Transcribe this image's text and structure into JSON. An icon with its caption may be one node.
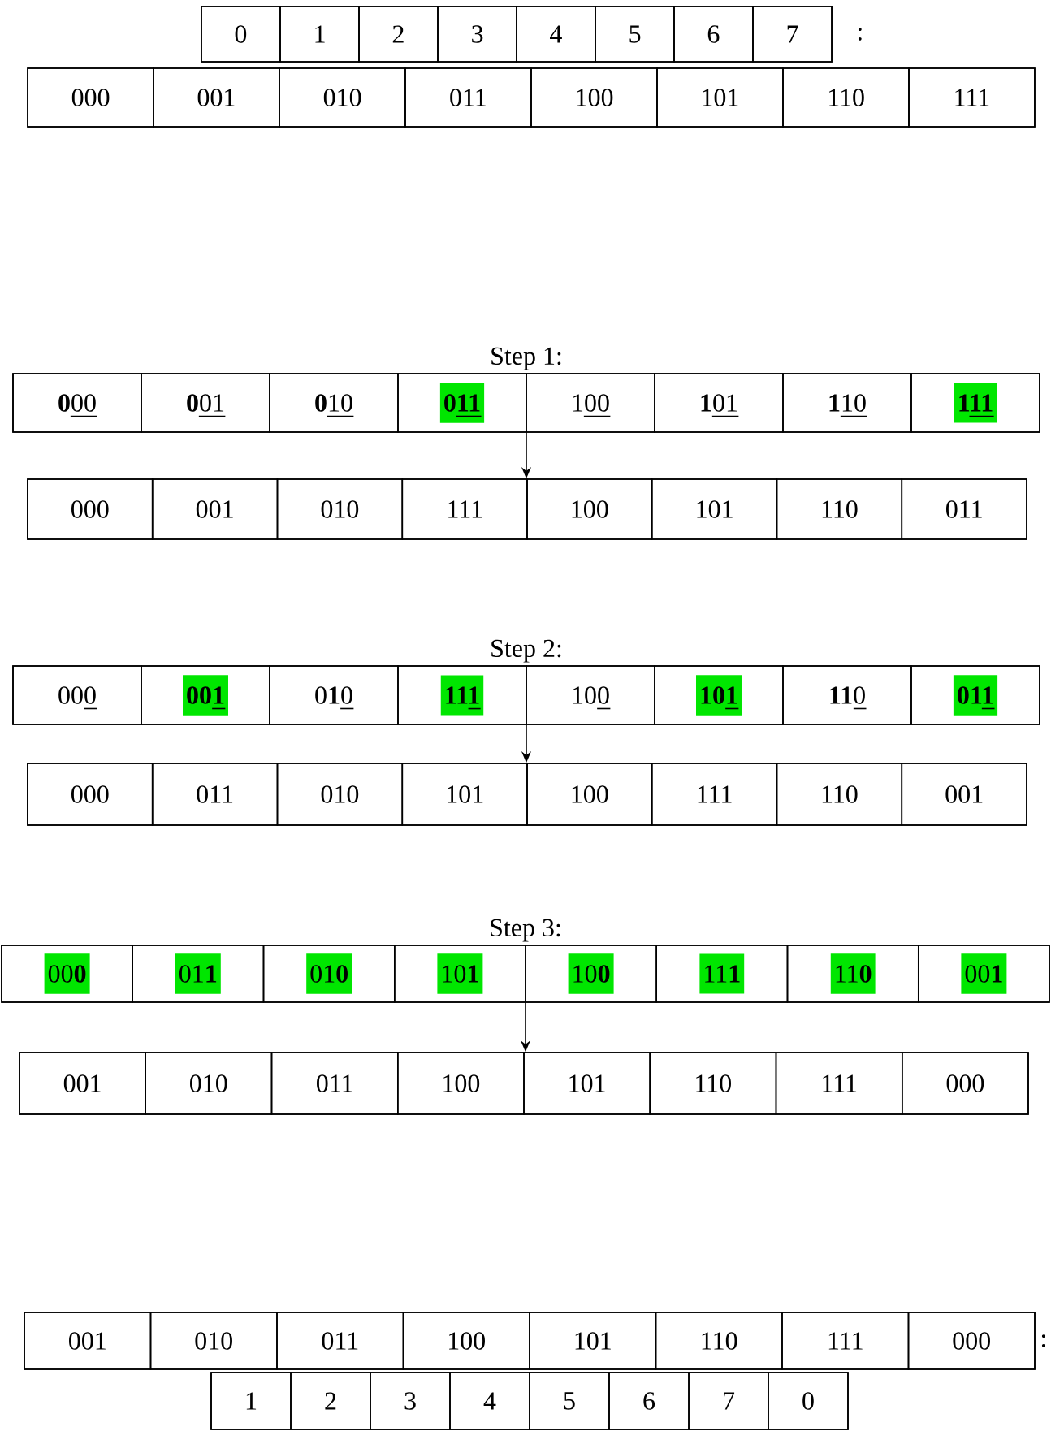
{
  "diagram": {
    "nodes": [
      {
        "text": [],
        "shape": "box",
        "beside": [
          ":"
        ]
      },
      {
        "text": [
          "0"
        ],
        "in": 0
      },
      {
        "text": [
          "1"
        ],
        "in": 0
      },
      {
        "text": [
          "2"
        ],
        "in": 0
      },
      {
        "text": [
          "3"
        ],
        "in": 0
      },
      {
        "text": [
          "4"
        ],
        "in": 0
      },
      {
        "text": [
          "5"
        ],
        "in": 0
      },
      {
        "text": [
          "6"
        ],
        "in": 0
      },
      {
        "text": [
          "7"
        ],
        "in": 0
      },
      {
        "text": [],
        "shape": "box"
      },
      {
        "text": [
          "000"
        ],
        "in": 9
      },
      {
        "text": [
          "001"
        ],
        "in": 9
      },
      {
        "text": [
          "010"
        ],
        "in": 9
      },
      {
        "text": [
          "011"
        ],
        "in": 9
      },
      {
        "text": [
          "100"
        ],
        "in": 9
      },
      {
        "text": [
          "101"
        ],
        "in": 9
      },
      {
        "text": [
          "110"
        ],
        "in": 9
      },
      {
        "text": [
          "111"
        ],
        "in": 9
      },
      {
        "text": [
          "Step 1:"
        ]
      },
      {
        "text": [
          "**0**00"
        ],
        "in": 18
      },
      {
        "text": [
          "**0**01"
        ],
        "in": 18
      },
      {
        "text": [
          "**0**10"
        ],
        "in": 18
      },
      {
        "text": [
          "**011**"
        ],
        "in": 18
      },
      {
        "text": [
          "100"
        ],
        "in": 18
      },
      {
        "text": [
          "**1**01"
        ],
        "in": 18
      },
      {
        "text": [
          "**1**10"
        ],
        "in": 18
      },
      {
        "text": [
          "**111**"
        ],
        "in": 18
      },
      {
        "text": [],
        "shape": "box"
      },
      {
        "text": [
          "000"
        ],
        "in": 27
      },
      {
        "text": [
          "001"
        ],
        "in": 27
      },
      {
        "text": [
          "010"
        ],
        "in": 27
      },
      {
        "text": [
          "111"
        ],
        "in": 27
      },
      {
        "text": [
          "100"
        ],
        "in": 27
      },
      {
        "text": [
          "101"
        ],
        "in": 27
      },
      {
        "text": [
          "110"
        ],
        "in": 27
      },
      {
        "text": [
          "011"
        ],
        "in": 27
      },
      {
        "text": [
          "Step 2:"
        ]
      },
      {
        "text": [
          "000"
        ],
        "in": 36
      },
      {
        "text": [
          "**001**"
        ],
        "in": 36
      },
      {
        "text": [
          "0**1**0"
        ],
        "in": 36
      },
      {
        "text": [
          "**111**"
        ],
        "in": 36
      },
      {
        "text": [
          "100"
        ],
        "in": 36
      },
      {
        "text": [
          "**101**"
        ],
        "in": 36
      },
      {
        "text": [
          "**11**0"
        ],
        "in": 36
      },
      {
        "text": [
          "**011**"
        ],
        "in": 36
      },
      {
        "text": [],
        "shape": "box"
      },
      {
        "text": [
          "000"
        ],
        "in": 45
      },
      {
        "text": [
          "011"
        ],
        "in": 45
      },
      {
        "text": [
          "010"
        ],
        "in": 45
      },
      {
        "text": [
          "101"
        ],
        "in": 45
      },
      {
        "text": [
          "100"
        ],
        "in": 45
      },
      {
        "text": [
          "111"
        ],
        "in": 45
      },
      {
        "text": [
          "110"
        ],
        "in": 45
      },
      {
        "text": [
          "001"
        ],
        "in": 45
      },
      {
        "text": [
          "Step 3:"
        ]
      },
      {
        "text": [
          "00**0**"
        ],
        "in": 54
      },
      {
        "text": [
          "01**1**"
        ],
        "in": 54
      },
      {
        "text": [
          "01**0**"
        ],
        "in": 54
      },
      {
        "text": [
          "10**1**"
        ],
        "in": 54
      },
      {
        "text": [
          "10**0**"
        ],
        "in": 54
      },
      {
        "text": [
          "11**1**"
        ],
        "in": 54
      },
      {
        "text": [
          "11**0**"
        ],
        "in": 54
      },
      {
        "text": [
          "00**1**"
        ],
        "in": 54
      },
      {
        "text": [],
        "shape": "box"
      },
      {
        "text": [
          "001"
        ],
        "in": 63
      },
      {
        "text": [
          "010"
        ],
        "in": 63
      },
      {
        "text": [
          "011"
        ],
        "in": 63
      },
      {
        "text": [
          "100"
        ],
        "in": 63
      },
      {
        "text": [
          "101"
        ],
        "in": 63
      },
      {
        "text": [
          "110"
        ],
        "in": 63
      },
      {
        "text": [
          "111"
        ],
        "in": 63
      },
      {
        "text": [
          "000"
        ],
        "in": 63
      },
      {
        "text": [],
        "shape": "box",
        "beside": [
          ":"
        ]
      },
      {
        "text": [
          "001"
        ],
        "in": 72
      },
      {
        "text": [
          "010"
        ],
        "in": 72
      },
      {
        "text": [
          "011"
        ],
        "in": 72
      },
      {
        "text": [
          "100"
        ],
        "in": 72
      },
      {
        "text": [
          "101"
        ],
        "in": 72
      },
      {
        "text": [
          "110"
        ],
        "in": 72
      },
      {
        "text": [
          "111"
        ],
        "in": 72
      },
      {
        "text": [
          "000"
        ],
        "in": 72
      },
      {
        "text": [],
        "shape": "box"
      },
      {
        "text": [
          "1"
        ],
        "in": 81
      },
      {
        "text": [
          "2"
        ],
        "in": 81
      },
      {
        "text": [
          "3"
        ],
        "in": 81
      },
      {
        "text": [
          "4"
        ],
        "in": 81
      },
      {
        "text": [
          "5"
        ],
        "in": 81
      },
      {
        "text": [
          "6"
        ],
        "in": 81
      },
      {
        "text": [
          "7"
        ],
        "in": 81
      },
      {
        "text": [
          "0"
        ],
        "in": 81
      }
    ],
    "edges": [
      {
        "from": 18,
        "to": 27,
        "arrow": "to"
      },
      {
        "from": 36,
        "to": 45,
        "arrow": "to"
      },
      {
        "from": 54,
        "to": 63,
        "arrow": "to"
      }
    ]
  }
}
